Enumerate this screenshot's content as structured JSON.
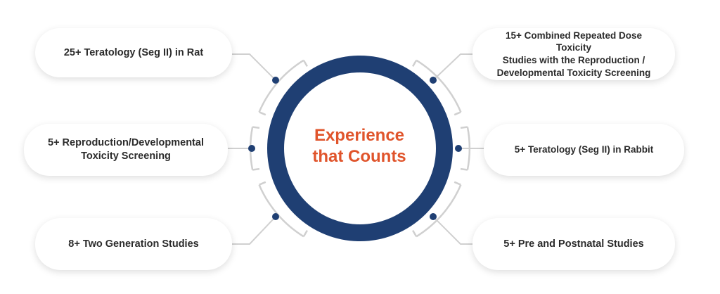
{
  "center": {
    "line1": "Experience",
    "line2": "that Counts"
  },
  "items": {
    "top_left": "25+ Teratology (Seg II) in Rat",
    "mid_left": "5+ Reproduction/Developmental\nToxicity Screening",
    "bottom_left": "8+ Two Generation Studies",
    "top_right": "15+ Combined Repeated Dose Toxicity\nStudies with the Reproduction /\nDevelopmental Toxicity Screening",
    "mid_right": "5+ Teratology (Seg II) in Rabbit",
    "bottom_right": "5+ Pre and Postnatal Studies"
  },
  "colors": {
    "ring": "#1f3f73",
    "center_text": "#e0542b",
    "dot": "#1f3f73",
    "connector": "#cfcfcf"
  }
}
